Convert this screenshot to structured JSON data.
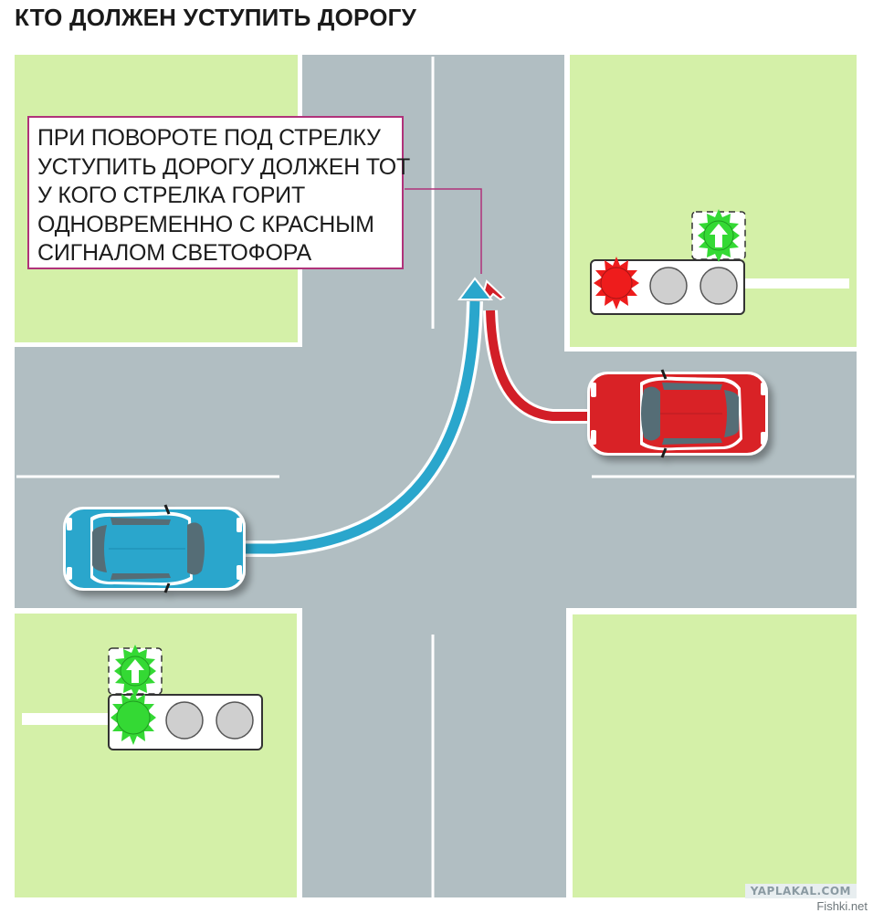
{
  "title": "КТО ДОЛЖЕН УСТУПИТЬ ДОРОГУ",
  "note": {
    "lines": [
      "ПРИ ПОВОРОТЕ ПОД СТРЕЛКУ",
      "УСТУПИТЬ ДОРОГУ ДОЛЖЕН ТОТ",
      "У КОГО СТРЕЛКА ГОРИТ",
      "ОДНОВРЕМЕННО С КРАСНЫМ",
      "СИГНАЛОМ СВЕТОФОРА"
    ]
  },
  "watermarks": {
    "site": "YAPLAKAL.COM",
    "source": "Fishki.net"
  },
  "colors": {
    "grass": "#d4f0a8",
    "road": "#b1bec2",
    "curb": "#ffffff",
    "blue_car": "#2aa6cc",
    "red_car": "#d92027",
    "blue_path": "#2aa6cc",
    "red_path": "#d21e27",
    "note_border": "#b0327a",
    "signal_red": "#ee1c1c",
    "signal_green": "#34d934",
    "signal_off": "#cfcfcf"
  },
  "traffic_lights": {
    "top_right": {
      "main_signal": "red",
      "arrow": "green-up"
    },
    "bottom_left": {
      "main_signal": "green",
      "arrow": "green-up"
    }
  }
}
